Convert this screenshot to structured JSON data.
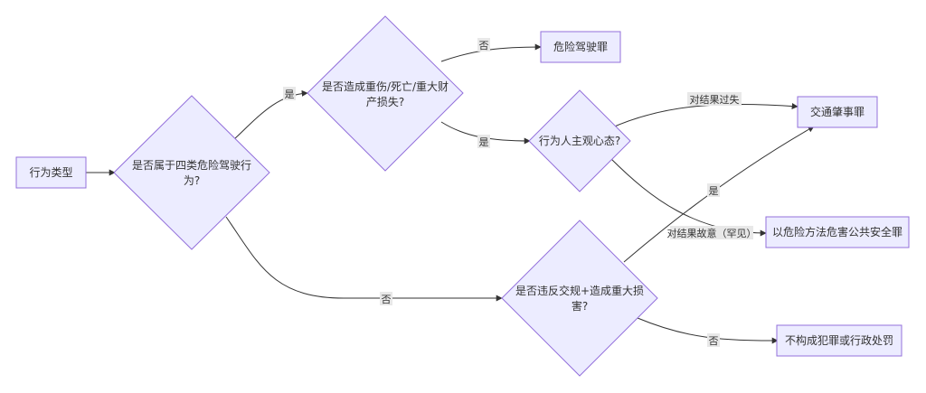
{
  "nodes": {
    "behavior_type": "行为类型",
    "q_dangerous_driving_line1": "是否属于四类危险驾驶行",
    "q_dangerous_driving_line2": "为?",
    "q_serious_loss_line1": "是否造成重伤/死亡/重大财",
    "q_serious_loss_line2": "产损失?",
    "dangerous_driving_crime": "危险驾驶罪",
    "q_subjective_state": "行为人主观心态?",
    "traffic_accident_crime": "交通肇事罪",
    "endangering_public_safety_crime": "以危险方法危害公共安全罪",
    "q_violation_line1": "是否违反交规+造成重大损",
    "q_violation_line2": "害?",
    "no_crime": "不构成犯罪或行政处罚"
  },
  "edge_labels": {
    "yes_1": "是",
    "no_1": "否",
    "no_2": "否",
    "yes_2": "是",
    "negligence": "对结果过失",
    "intent_rare": "对结果故意（罕见）",
    "yes_3": "是",
    "no_3": "否"
  },
  "colors": {
    "node_fill": "#ECECFF",
    "node_stroke": "#9370DB",
    "edge": "#333333",
    "label_bg": "#e8e8e8"
  }
}
